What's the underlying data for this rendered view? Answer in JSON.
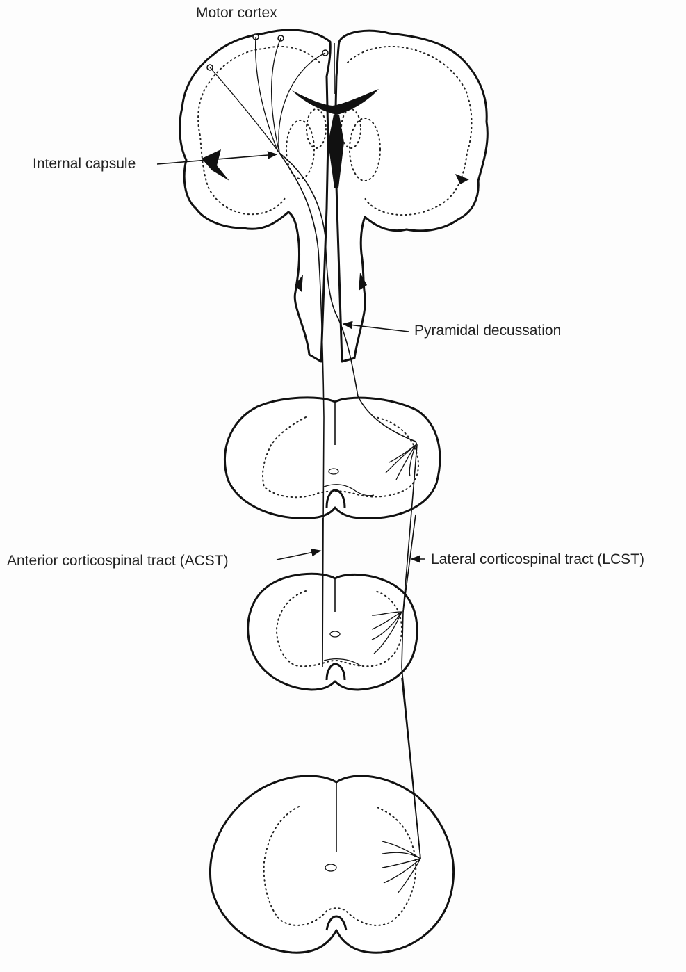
{
  "labels": {
    "motor_cortex": "Motor cortex",
    "internal_capsule": "Internal capsule",
    "pyramidal_decussation": "Pyramidal decussation",
    "acst": "Anterior corticospinal tract (ACST)",
    "lcst": "Lateral corticospinal tract (LCST)"
  }
}
